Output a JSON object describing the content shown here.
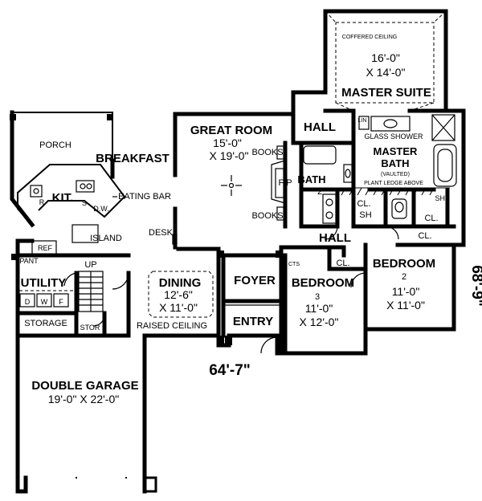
{
  "rooms": {
    "master_suite": {
      "name": "MASTER SUITE",
      "dim1": "16'-0\"",
      "dim2": "X 14'-0\"",
      "note": "COFFERED CEILING"
    },
    "great_room": {
      "name": "GREAT ROOM",
      "dim1": "15'-0\"",
      "dim2": "X 19'-0\""
    },
    "breakfast": {
      "name": "BREAKFAST"
    },
    "porch": {
      "name": "PORCH"
    },
    "kitchen": {
      "name": "KIT.",
      "eating_bar": "EATING BAR",
      "island": "ISLAND",
      "r": "R",
      "s": "S",
      "dw": "D.W.",
      "ref": "REF"
    },
    "hall_top": {
      "name": "HALL"
    },
    "hall_mid": {
      "name": "HALL"
    },
    "master_bath": {
      "name": "MASTER",
      "name2": "BATH",
      "note": "(VAULTED)",
      "glass_shower": "GLASS SHOWER",
      "plant_ledge": "PLANT LEDGE ABOVE",
      "lin": "LIN",
      "sh": "SH.",
      "cl": "CL."
    },
    "bath2": {
      "name": "BATH",
      "num": "2",
      "cl": "CL.",
      "sh": "SH"
    },
    "bedroom3": {
      "name": "BEDROOM",
      "num": "3",
      "dim1": "11'-0\"",
      "dim2": "X 12'-0\"",
      "cl": "CL.",
      "cts": "CTS"
    },
    "bedroom2": {
      "name": "BEDROOM",
      "num": "2",
      "dim1": "11'-0\"",
      "dim2": "X 11'-0\"",
      "cl": "CL."
    },
    "utility": {
      "name": "UTILITY",
      "d": "D",
      "w": "W",
      "f": "F",
      "pant": "PANT",
      "up": "UP"
    },
    "storage": {
      "name": "STORAGE",
      "stor": "STOR"
    },
    "dining": {
      "name": "DINING",
      "dim1": "12'-6\"",
      "dim2": "X 11'-0\"",
      "note": "RAISED CEILING"
    },
    "foyer": {
      "name": "FOYER"
    },
    "entry": {
      "name": "ENTRY"
    },
    "garage": {
      "name": "DOUBLE GARAGE",
      "dim": "19'-0\" X 22'-0\""
    }
  },
  "labels": {
    "books_top": "BOOKS",
    "books_bottom": "BOOKS",
    "fp": "F/P",
    "desk": "DESK"
  },
  "dimensions": {
    "overall_width": "64'-7\"",
    "overall_depth": "68'-9\""
  }
}
